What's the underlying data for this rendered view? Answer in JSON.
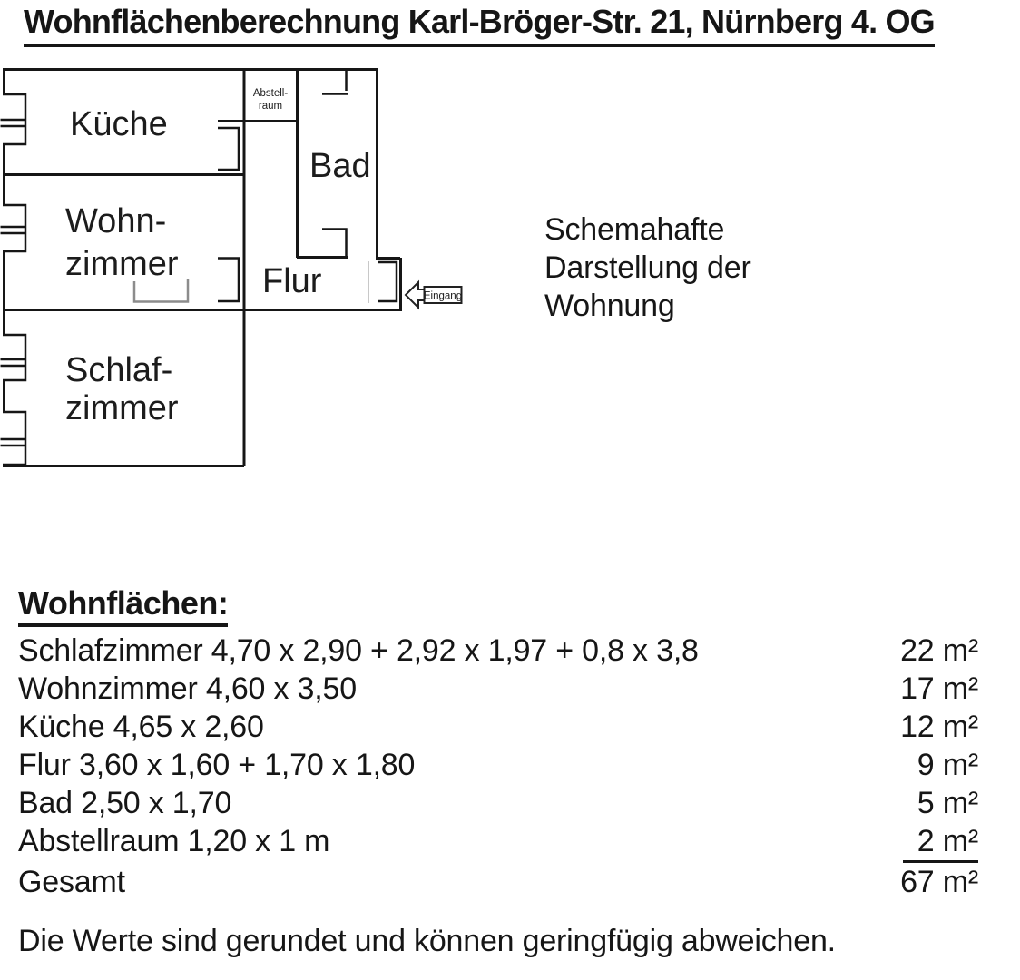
{
  "title": "Wohnflächenberechnung Karl-Bröger-Str. 21, Nürnberg 4. OG",
  "plan": {
    "rooms": {
      "kueche": "Küche",
      "wohn_line1": "Wohn-",
      "wohn_line2": "zimmer",
      "schlaf_line1": "Schlaf-",
      "schlaf_line2": "zimmer",
      "abstell_line1": "Abstell-",
      "abstell_line2": "raum",
      "bad": "Bad",
      "flur": "Flur"
    },
    "entrance": "Eingang",
    "caption_line1": "Schemahafte",
    "caption_line2": "Darstellung der",
    "caption_line3": "Wohnung"
  },
  "areas": {
    "heading": "Wohnflächen:",
    "rows": [
      {
        "label": "Schlafzimmer 4,70 x 2,90 + 2,92 x 1,97 + 0,8 x 3,8",
        "value": "22 m²"
      },
      {
        "label": "Wohnzimmer 4,60 x 3,50",
        "value": "17 m²"
      },
      {
        "label": "Küche 4,65 x 2,60",
        "value": "12 m²"
      },
      {
        "label": "Flur 3,60 x 1,60 + 1,70 x 1,80",
        "value": "9 m²"
      },
      {
        "label": "Bad 2,50 x 1,70",
        "value": "5 m²"
      },
      {
        "label": "Abstellraum 1,20 x 1 m",
        "value": "2 m²"
      },
      {
        "label": "Gesamt",
        "value": "67 m²"
      }
    ]
  },
  "footnote": "Die Werte sind gerundet und können geringfügig abweichen.",
  "colors": {
    "ink": "#161616",
    "door_gray": "#8c8c8c",
    "faint_line": "#c8c8c8"
  }
}
